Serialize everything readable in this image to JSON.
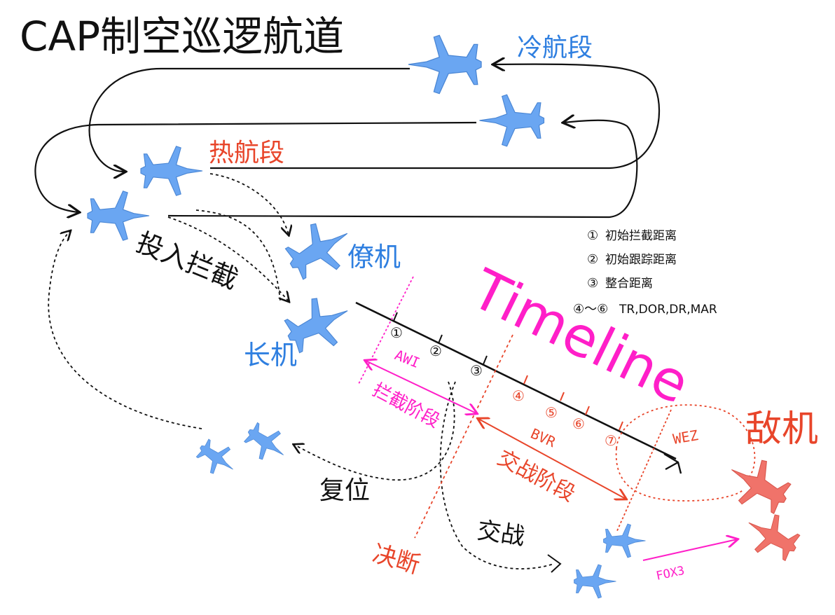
{
  "title": "CAP制空巡逻航道",
  "labels": {
    "cold_leg": "冷航段",
    "hot_leg": "热航段",
    "wingman": "僚机",
    "leader": "长机",
    "commit": "投入拦截",
    "reset": "复位",
    "engage": "交战",
    "decision": "决断",
    "enemy": "敌机",
    "timeline": "Timeline",
    "awi": "AWI",
    "intercept_phase": "拦截阶段",
    "bvr": "BVR",
    "engage_phase": "交战阶段",
    "wez": "WEZ",
    "fox3": "FOX3"
  },
  "legend": [
    {
      "mark": "①",
      "text": "初始拦截距离"
    },
    {
      "mark": "②",
      "text": "初始跟踪距离"
    },
    {
      "mark": "③",
      "text": "整合距离"
    },
    {
      "mark": "④～⑥",
      "text": "TR,DOR,DR,MAR"
    }
  ],
  "timeline_ticks": [
    {
      "label": "①",
      "color": "#111111"
    },
    {
      "label": "②",
      "color": "#111111"
    },
    {
      "label": "③",
      "color": "#111111"
    },
    {
      "label": "④",
      "color": "#e8452a"
    },
    {
      "label": "⑤",
      "color": "#e8452a"
    },
    {
      "label": "⑥",
      "color": "#e8452a"
    },
    {
      "label": "⑦",
      "color": "#e8452a"
    }
  ],
  "colors": {
    "friendly": "#6aa6f2",
    "friendly_text": "#2f7fe0",
    "enemy": "#f0736a",
    "enemy_text": "#e8452a",
    "timeline": "#ff1fc8",
    "ink": "#111111"
  }
}
